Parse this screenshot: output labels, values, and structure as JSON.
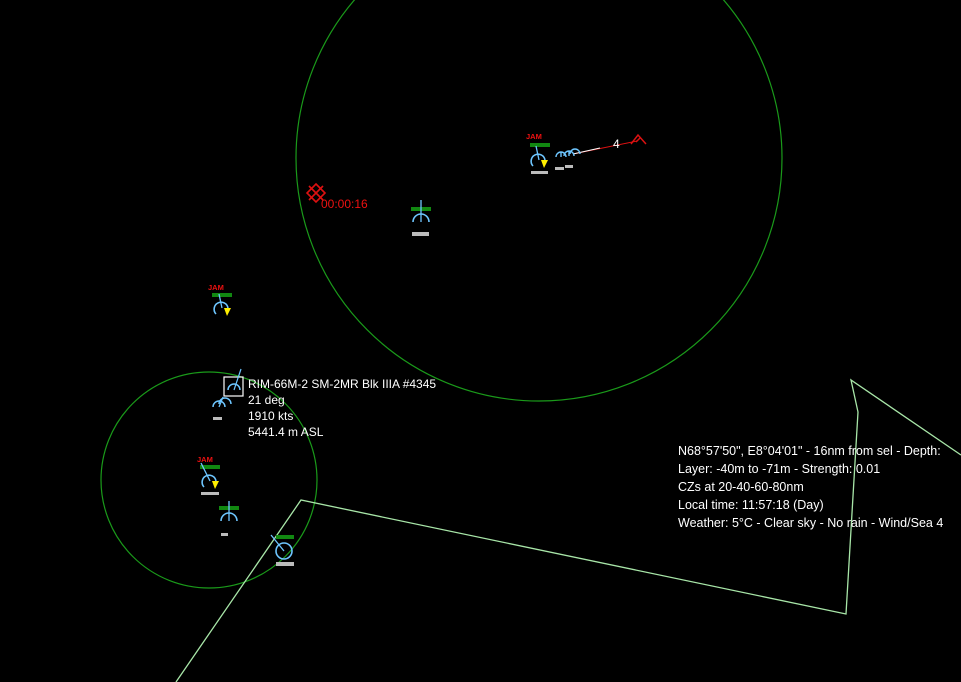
{
  "colors": {
    "background": "#000000",
    "range_ring": "#1a9a1a",
    "zone_line": "#a8e6a8",
    "friendly_unit": "#6ec6ff",
    "jam_text": "#dd1111",
    "hostile": "#dd1111",
    "label_text": "#ffffff",
    "unit_bar": "#118811",
    "detect_marker": "#ffee00"
  },
  "icons": [
    "warning-cross-icon",
    "surface-unit-icon",
    "missile-icon",
    "hostile-aircraft-icon"
  ],
  "hostile_event": {
    "timer": "00:00:16"
  },
  "track_count": "4",
  "jam_label": "JAM",
  "selected_weapon": {
    "name": "RIM-66M-2 SM-2MR Blk IIIA #4345",
    "heading": "21 deg",
    "speed": "1910 kts",
    "altitude": "5441.4 m ASL"
  },
  "cursor_info": {
    "lines": [
      "N68°57'50\", E8°04'01\" - 16nm from sel - Depth:",
      "Layer: -40m to -71m - Strength: 0.01",
      "CZs at 20-40-60-80nm",
      "Local time: 11:57:18 (Day)",
      "Weather: 5°C - Clear sky - No rain - Wind/Sea 4"
    ]
  }
}
